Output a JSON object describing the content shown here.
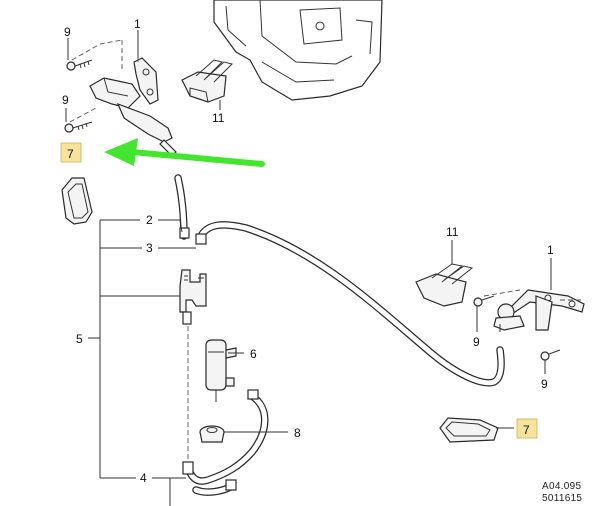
{
  "callouts": {
    "c1_top": "1",
    "c1_right": "1",
    "c2": "2",
    "c3": "3",
    "c4": "4",
    "c5": "5",
    "c6": "6",
    "c7_left": "7",
    "c7_right": "7",
    "c8": "8",
    "c9_a": "9",
    "c9_b": "9",
    "c9_c": "9",
    "c9_d": "9",
    "c11_top": "11",
    "c11_right": "11"
  },
  "reference": {
    "line1": "A04.095",
    "line2": "5011615"
  },
  "colors": {
    "highlight_box": "#f7e49a",
    "arrow": "#44e52e",
    "line": "#333333"
  }
}
